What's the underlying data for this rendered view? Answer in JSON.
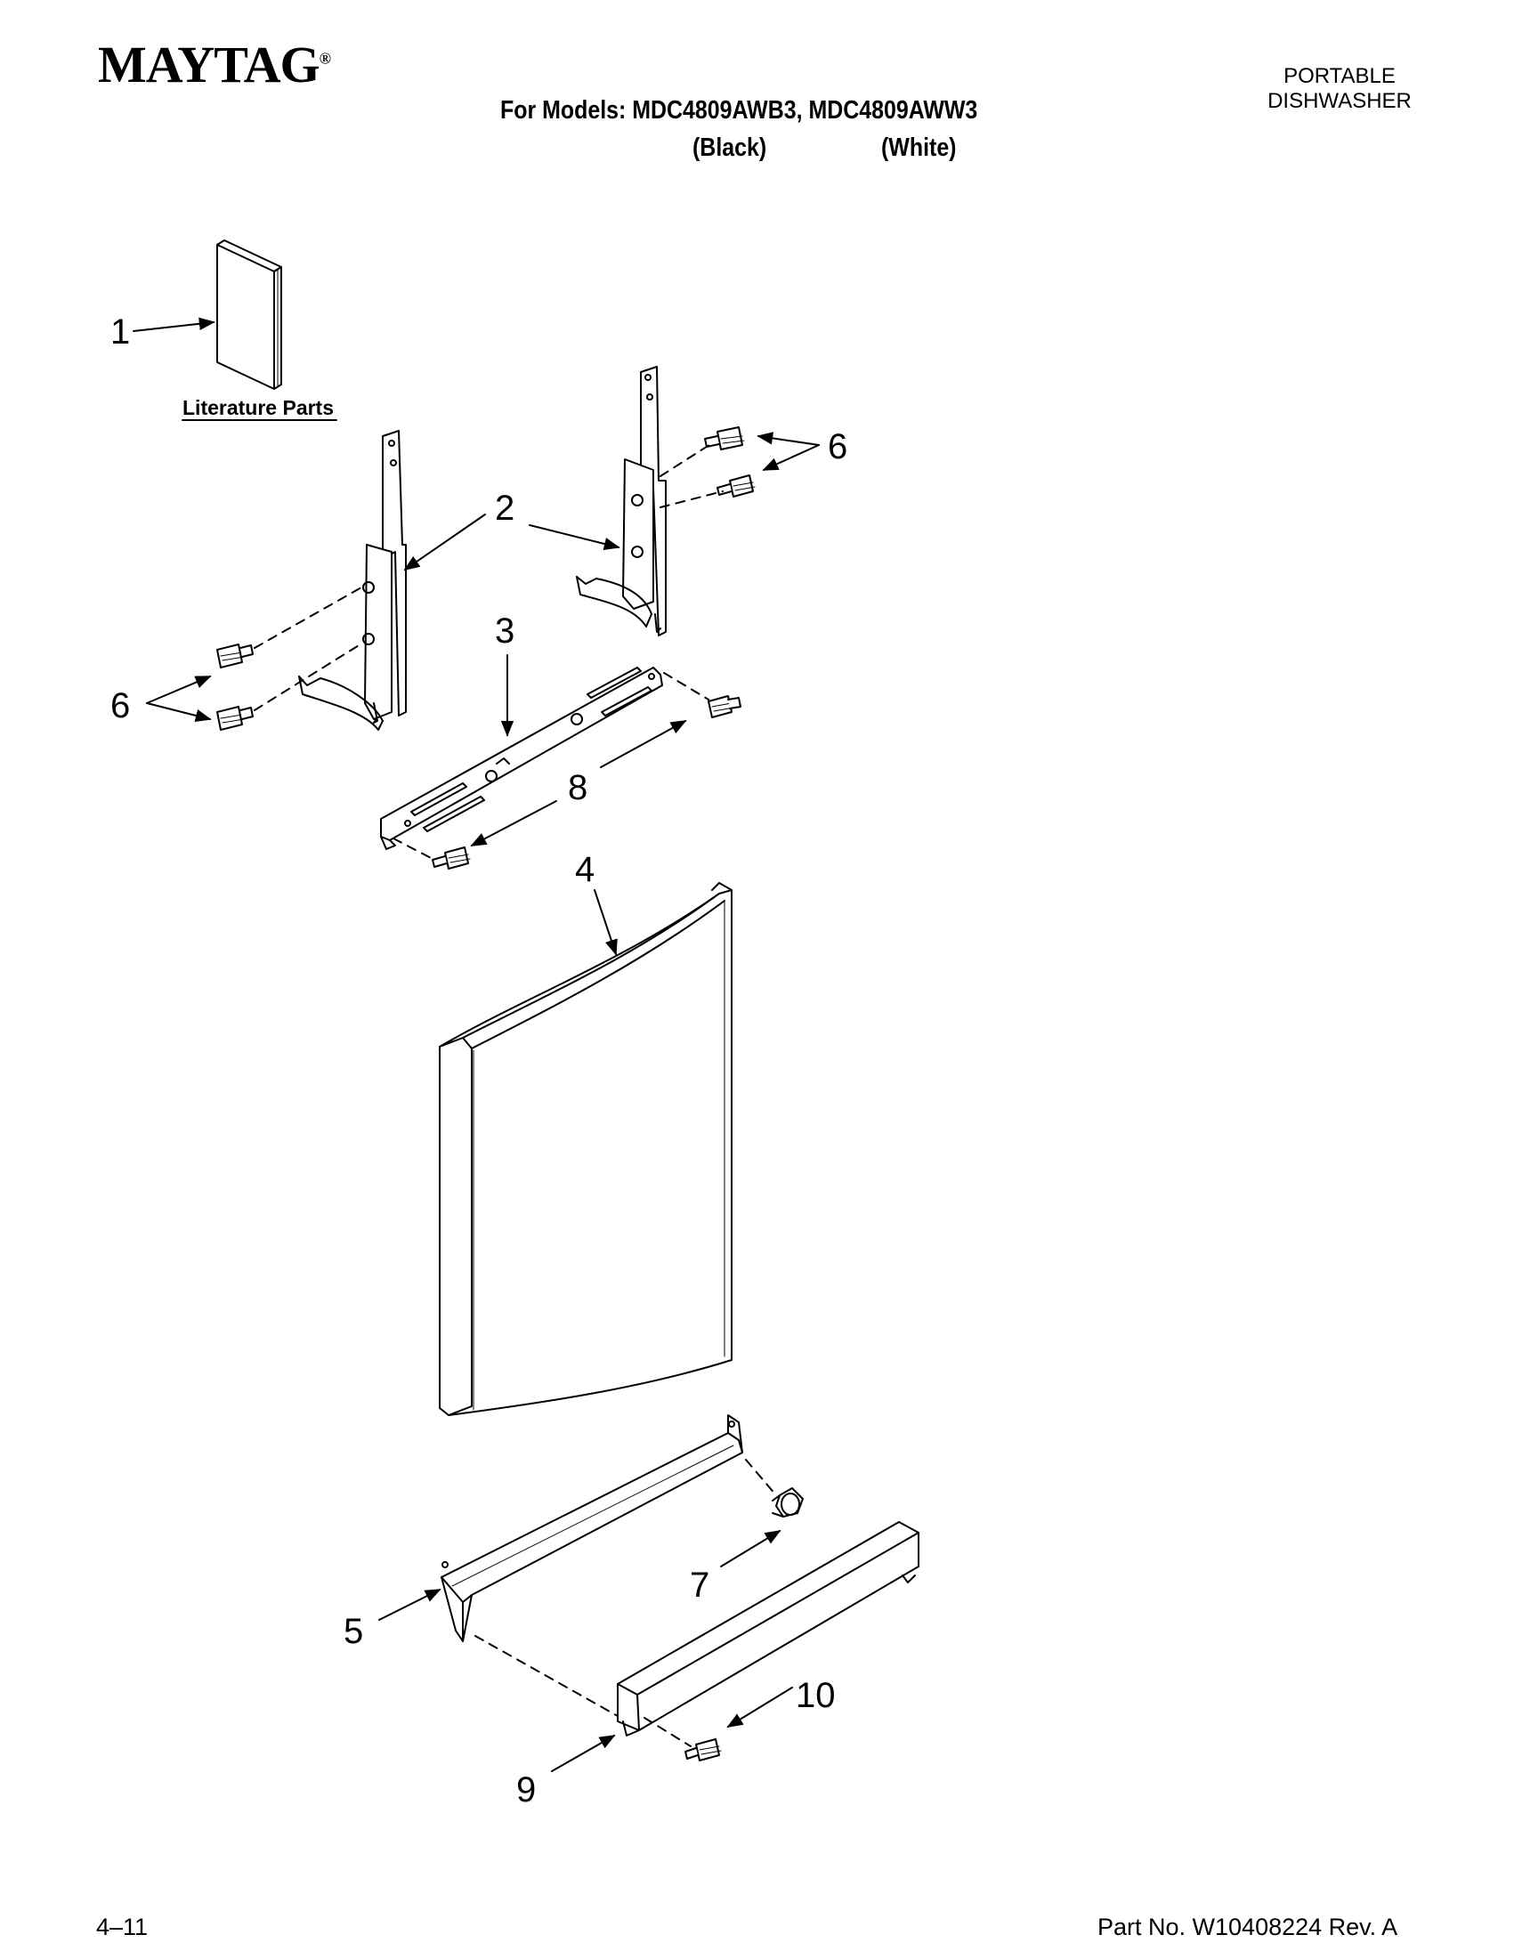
{
  "header": {
    "brand": "MAYTAG",
    "brand_mark": "®",
    "models_line": "For Models: MDC4809AWB3, MDC4809AWW3",
    "variant_black": "(Black)",
    "variant_white": "(White)",
    "product_type_line1": "PORTABLE",
    "product_type_line2": "DISHWASHER"
  },
  "footer": {
    "page_number": "4–11",
    "part_number": "Part No. W10408224 Rev. A"
  },
  "diagram": {
    "literature_caption": "Literature Parts",
    "callouts": [
      "1",
      "2",
      "3",
      "4",
      "5",
      "6",
      "6",
      "7",
      "8",
      "9",
      "10"
    ]
  }
}
